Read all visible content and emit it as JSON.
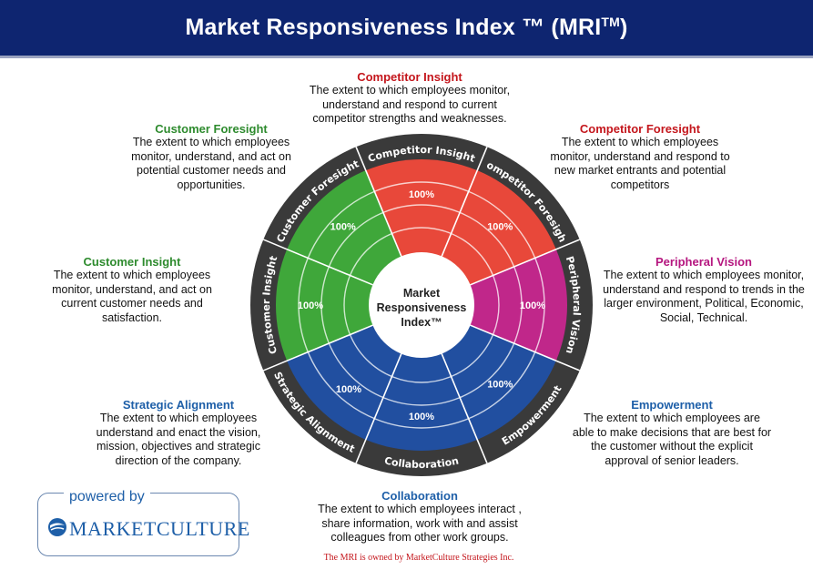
{
  "header": {
    "title_main": "Market Responsiveness Index ™ (MRI",
    "title_sup": "TM",
    "title_close": ")"
  },
  "colors": {
    "header_bg": "#0e2570",
    "competitor": "#e8483a",
    "peripheral": "#c0278a",
    "empowerment_collab": "#214fa0",
    "customer": "#3fa73a",
    "ring": "#3a3a3a",
    "title_red": "#c4161c",
    "title_magenta": "#b5167f",
    "title_green": "#2e8b2e",
    "title_blue": "#1e5fa8"
  },
  "wheel": {
    "center_line1": "Market",
    "center_line2": "Responsiveness",
    "center_line3": "Index™",
    "segments": [
      {
        "label": "Competitor Insight",
        "pct": "100%"
      },
      {
        "label": "Competitor Foresight",
        "pct": "100%"
      },
      {
        "label": "Peripheral Vision",
        "pct": "100%"
      },
      {
        "label": "Empowerment",
        "pct": "100%"
      },
      {
        "label": "Collaboration",
        "pct": "100%"
      },
      {
        "label": "Strategic Alignment",
        "pct": "100%"
      },
      {
        "label": "Customer Insight",
        "pct": "100%"
      },
      {
        "label": "Customer Foresight",
        "pct": "100%"
      }
    ]
  },
  "descriptions": {
    "competitor_insight": {
      "title": "Competitor Insight",
      "text": "The extent to which employees monitor, understand and respond to current competitor strengths and weaknesses."
    },
    "competitor_foresight": {
      "title": "Competitor Foresight",
      "text": "The extent to which employees monitor, understand and respond to new market entrants and potential competitors"
    },
    "peripheral_vision": {
      "title": "Peripheral Vision",
      "text": "The extent to which employees monitor, understand and respond to trends in the larger environment, Political, Economic, Social, Technical."
    },
    "empowerment": {
      "title": "Empowerment",
      "text": "The extent to which employees are able to make decisions that are best for the customer without the explicit approval of senior leaders."
    },
    "collaboration": {
      "title": "Collaboration",
      "text": "The extent to which employees interact , share information, work with and assist colleagues  from other work groups."
    },
    "strategic_alignment": {
      "title": "Strategic Alignment",
      "text": "The extent to which employees understand and enact the vision, mission, objectives and strategic direction of the company."
    },
    "customer_insight": {
      "title": "Customer Insight",
      "text": "The extent to which employees monitor, understand, and act on current customer needs and satisfaction."
    },
    "customer_foresight": {
      "title": "Customer Foresight",
      "text": "The extent to which employees monitor, understand, and act on potential customer needs and opportunities."
    }
  },
  "logo": {
    "powered_by": "powered by",
    "name": "MARKETCULTURE"
  },
  "footer": {
    "note": "The MRI is owned by MarketCulture Strategies Inc."
  }
}
